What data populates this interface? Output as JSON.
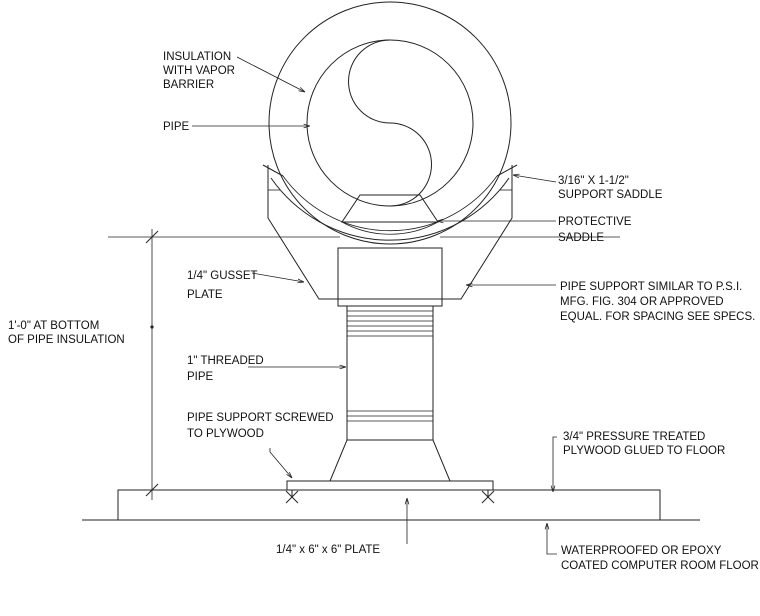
{
  "labels": {
    "insulation": [
      "INSULATION",
      "WITH VAPOR",
      "BARRIER"
    ],
    "pipe": [
      "PIPE"
    ],
    "support_saddle": [
      "3/16\" X 1-1/2\"",
      "SUPPORT SADDLE"
    ],
    "protective_saddle": [
      "PROTECTIVE",
      "SADDLE"
    ],
    "gusset_plate": [
      "1/4\" GUSSET",
      "PLATE"
    ],
    "pipe_support": [
      "PIPE SUPPORT SIMILAR TO P.S.I.",
      "MFG. FIG. 304 OR APPROVED",
      "EQUAL. FOR SPACING SEE SPECS."
    ],
    "height_dim": [
      "1'-0\" AT BOTTOM",
      "OF PIPE INSULATION"
    ],
    "threaded_pipe": [
      "1\" THREADED",
      "PIPE"
    ],
    "screwed": [
      "PIPE SUPPORT SCREWED",
      "TO PLYWOOD"
    ],
    "plywood": [
      "3/4\" PRESSURE TREATED",
      "PLYWOOD GLUED TO FLOOR"
    ],
    "plate": [
      "1/4\" x 6\" x 6\" PLATE"
    ],
    "floor": [
      "WATERPROOFED OR EPOXY",
      "COATED COMPUTER ROOM FLOOR"
    ]
  }
}
